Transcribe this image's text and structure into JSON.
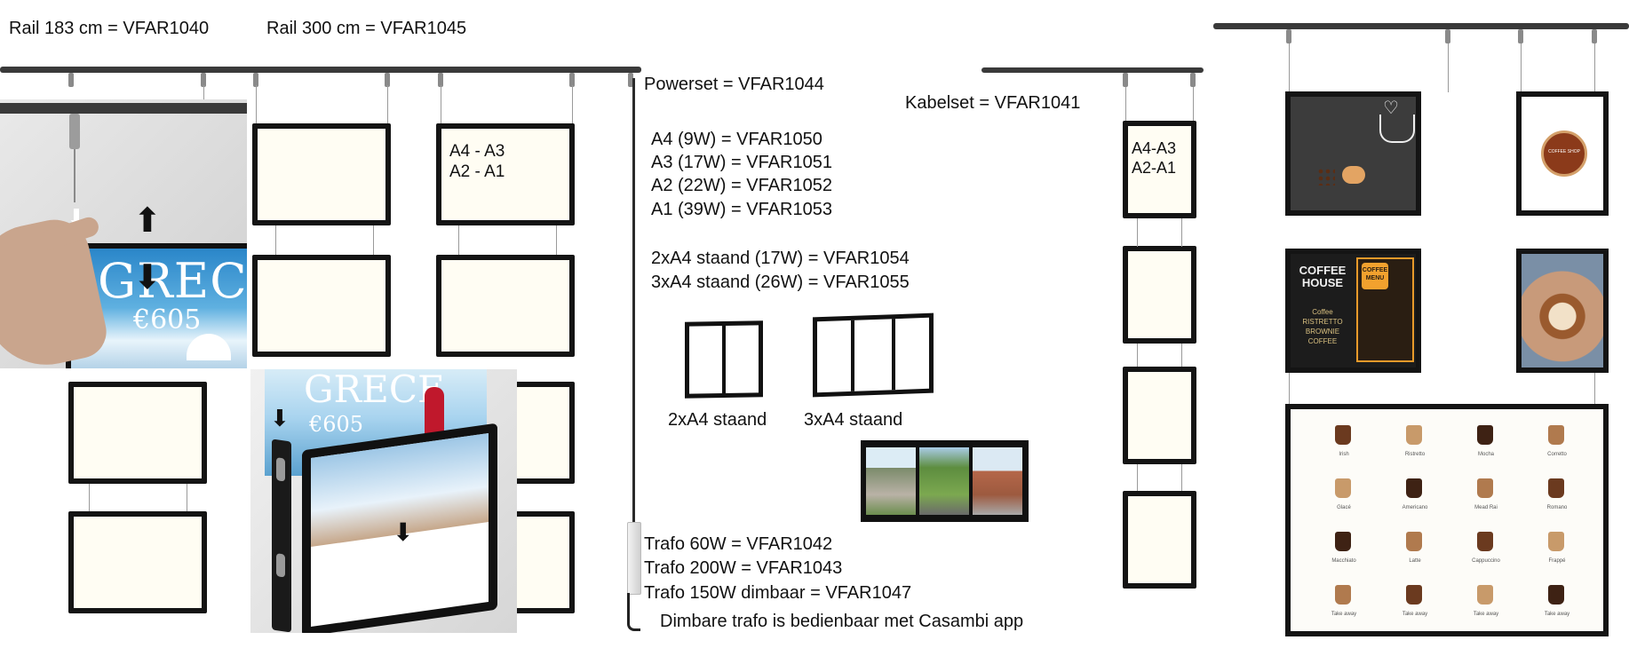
{
  "header": {
    "rail_183": "Rail 183 cm = VFAR1040",
    "rail_300": "Rail 300 cm = VFAR1045"
  },
  "powerset": "Powerset = VFAR1044",
  "kabelset": "Kabelset = VFAR1041",
  "lights": [
    "A4 (9W) = VFAR1050",
    "A3 (17W) = VFAR1051",
    "A2 (22W) = VFAR1052",
    "A1 (39W) = VFAR1053"
  ],
  "staand": [
    "2xA4 staand (17W) = VFAR1054",
    "3xA4 staand (26W) = VFAR1055"
  ],
  "frame_sizes": {
    "line1": "A4 - A3",
    "line2": "A2 - A1"
  },
  "small_frame_sizes": {
    "line1": "A4-A3",
    "line2": "A2-A1"
  },
  "staand_labels": {
    "two": "2xA4 staand",
    "three": "3xA4 staand"
  },
  "trafo": [
    "Trafo 60W = VFAR1042",
    "Trafo 200W = VFAR1043",
    "Trafo 150W dimbaar = VFAR1047"
  ],
  "casambi_note": "Dimbare trafo is bedienbaar met Casambi app",
  "greece_poster": {
    "title": "GRECE",
    "price": "€605"
  },
  "coffee_menu": {
    "left_title": "COFFEE HOUSE",
    "right_title": "COFFEE MENU",
    "badge": "COFFEE SHOP"
  },
  "coffee_grid": {
    "rows": [
      [
        "Irish",
        "Ristretto",
        "Mocha",
        "Corretto"
      ],
      [
        "Glacé",
        "Americano",
        "Mead Rai",
        "Romano"
      ],
      [
        "Macchiato",
        "Latte",
        "Cappuccino",
        "Frappé"
      ],
      [
        "Take away",
        "Take away",
        "Take away",
        "Take away"
      ]
    ]
  },
  "colors": {
    "frame": "#141414",
    "rail": "#3a3a3a",
    "panel_light": "#fffdf3"
  }
}
